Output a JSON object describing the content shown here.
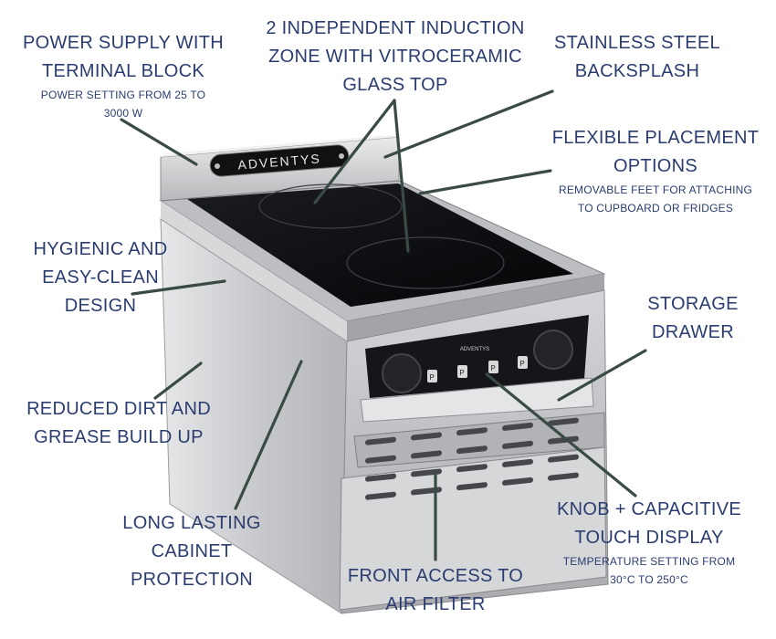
{
  "brand_plate": "ADVENTYS",
  "panel_plate": "ADVENTYS",
  "key_labels": [
    "P",
    "P",
    "P",
    "P"
  ],
  "callouts": {
    "power_supply": {
      "title": "POWER SUPPLY WITH\nTERMINAL BLOCK",
      "sub": "POWER SETTING FROM 25 TO\n3000 W"
    },
    "induction": {
      "title": "2 INDEPENDENT INDUCTION\nZONE WITH VITROCERAMIC\nGLASS TOP"
    },
    "backsplash": {
      "title": "STAINLESS STEEL\nBACKSPLASH"
    },
    "placement": {
      "title": "FLEXIBLE PLACEMENT\nOPTIONS",
      "sub": "REMOVABLE FEET FOR ATTACHING\nTO CUPBOARD OR FRIDGES"
    },
    "hygienic": {
      "title": "HYGIENIC AND\nEASY-CLEAN\nDESIGN"
    },
    "storage": {
      "title": "STORAGE\nDRAWER"
    },
    "dirt": {
      "title": "REDUCED DIRT AND\nGREASE BUILD UP"
    },
    "cabinet": {
      "title": "LONG LASTING\nCABINET\nPROTECTION"
    },
    "filter": {
      "title": "FRONT ACCESS TO\nAIR FILTER"
    },
    "knob": {
      "title": "KNOB + CAPACITIVE\nTOUCH DISPLAY",
      "sub": "TEMPERATURE SETTING FROM\n30°C TO 250°C"
    }
  },
  "colors": {
    "text": "#2b3d70",
    "leader": "#3a4a44",
    "steel": "#c8c9cb",
    "glass": "#0c0c0f"
  }
}
